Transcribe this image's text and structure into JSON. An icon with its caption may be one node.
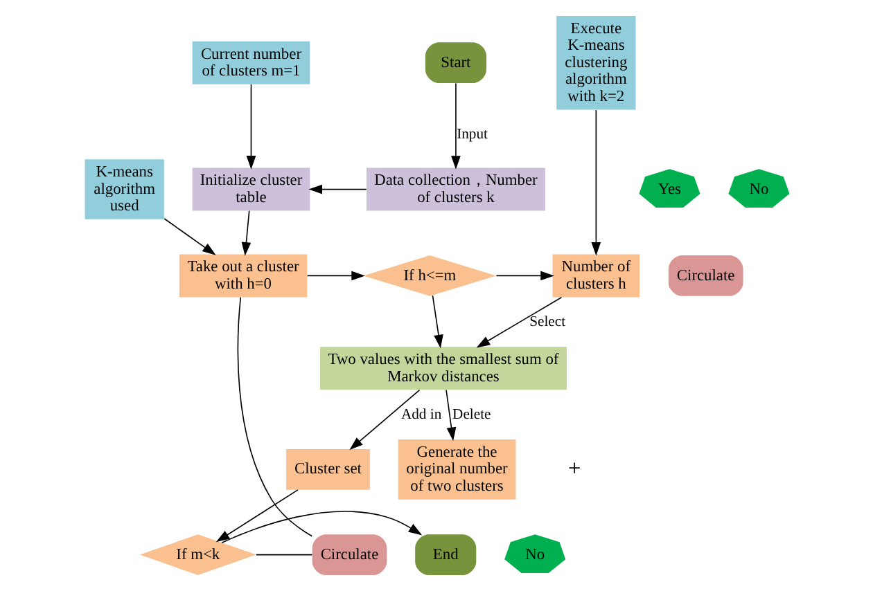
{
  "diagram": {
    "nodes": [
      {
        "text": [
          "Current number of clusters m=1"
        ]
      },
      {
        "text": [
          "Start"
        ]
      },
      {
        "text": [
          "Execute K-means clustering algorithm with k=2"
        ]
      },
      {
        "text": [
          "Initialize cluster table"
        ]
      },
      {
        "text": [
          "Data collection，Number of clusters k"
        ]
      },
      {
        "text": [
          "Take out a cluster with h=0"
        ]
      },
      {
        "text": [
          "If h<=m"
        ]
      },
      {
        "text": [
          "Circulate"
        ]
      },
      {
        "text": [
          "Yes"
        ]
      },
      {
        "text": [
          "Number of clusters h"
        ]
      },
      {
        "text": [
          "No"
        ]
      },
      {
        "text": [
          "K-means algorithm used"
        ]
      },
      {
        "text": [
          "Two values with the smallest sum of Markov distances"
        ]
      },
      {
        "text": [
          "Cluster set"
        ]
      },
      {
        "text": [
          "Generate the original number of two clusters"
        ]
      },
      {
        "text": [
          "Circulate"
        ]
      },
      {
        "text": [
          "If m<k"
        ]
      },
      {
        "text": [
          "End"
        ]
      },
      {
        "text": [
          "No"
        ]
      }
    ],
    "edges": [
      {
        "from": 0,
        "to": 3,
        "arrow": "to"
      },
      {
        "from": 1,
        "to": 4,
        "arrow": "to",
        "label": "Input"
      },
      {
        "from": 4,
        "to": 3,
        "arrow": "to"
      },
      {
        "from": 3,
        "to": 5,
        "arrow": "to"
      },
      {
        "from": 11,
        "to": 5,
        "arrow": "to"
      },
      {
        "from": 5,
        "to": 6,
        "arrow": "to"
      },
      {
        "from": 6,
        "to": 9,
        "arrow": "to"
      },
      {
        "from": 2,
        "to": 9,
        "arrow": "to"
      },
      {
        "from": 9,
        "to": 12,
        "arrow": "to",
        "label": "Select"
      },
      {
        "from": 6,
        "to": 12,
        "arrow": "to"
      },
      {
        "from": 12,
        "to": 13,
        "arrow": "to",
        "label": "Add in"
      },
      {
        "from": 12,
        "to": 14,
        "arrow": "to",
        "label": "Delete"
      },
      {
        "from": 13,
        "to": 16,
        "arrow": "to"
      },
      {
        "from": 16,
        "to": 17,
        "arrow": "to"
      },
      {
        "from": 16,
        "to": 15,
        "arrow": "none"
      },
      {
        "from": 15,
        "to": 5,
        "arrow": "none"
      }
    ],
    "labels": [
      "+"
    ]
  }
}
